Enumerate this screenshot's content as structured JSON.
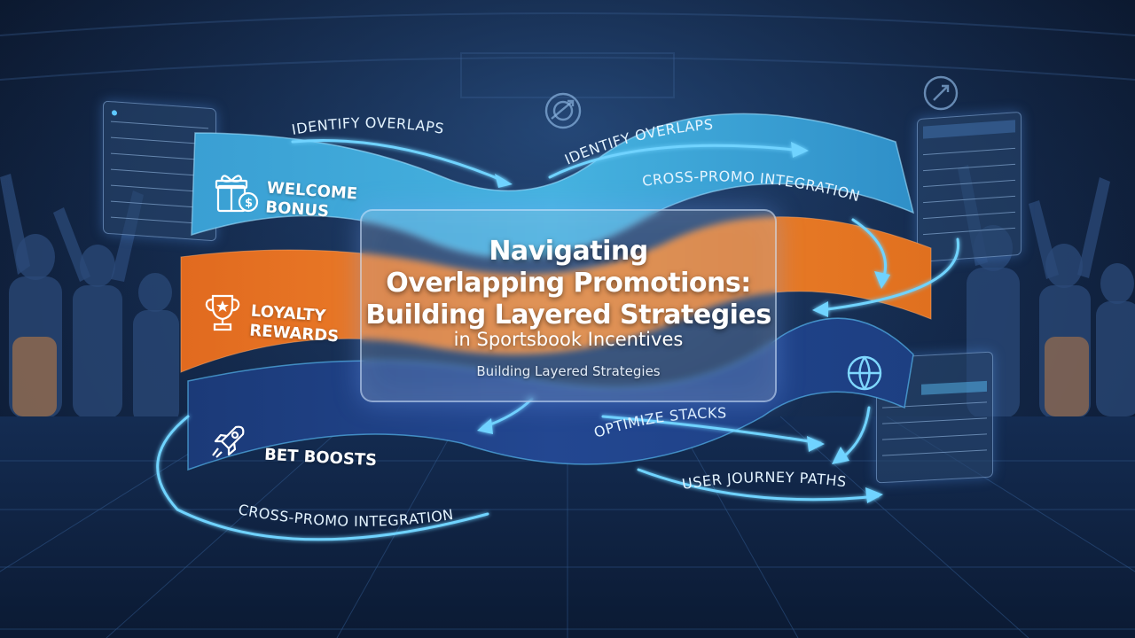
{
  "card": {
    "title_line1": "Navigating",
    "title_line2": "Overlapping Promotions:",
    "title_line3": "Building Layered Strategies",
    "subtitle": "in Sportsbook Incentives",
    "tagline": "Building Layered Strategies"
  },
  "bands": {
    "welcome_line1": "WELCOME",
    "welcome_line2": "BONUS",
    "loyalty_line1": "LOYALTY",
    "loyalty_line2": "REWARDS",
    "boosts": "BET BOOSTS"
  },
  "flow_labels": {
    "identify_left": "IDENTIFY OVERLAPS",
    "identify_right": "IDENTIFY OVERLAPS",
    "cross_promo_top": "CROSS-PROMO INTEGRATION",
    "optimize": "OPTIMIZE STACKS",
    "user_journey": "USER JOURNEY PATHS",
    "cross_promo_bottom": "CROSS-PROMO INTEGRATION"
  },
  "icons": {
    "welcome": "gift-dollar-icon",
    "loyalty": "trophy-star-icon",
    "boosts": "rocket-icon",
    "globe": "globe-icon",
    "target_top": "target-arrow-icon",
    "rocket_top": "rocket-badge-icon"
  },
  "colors": {
    "cyan_band": "#3aa6d6",
    "orange_band": "#e8782a",
    "navy_band": "#1f3f7e",
    "glow": "#5ec8ff",
    "background": "#142a4d"
  }
}
